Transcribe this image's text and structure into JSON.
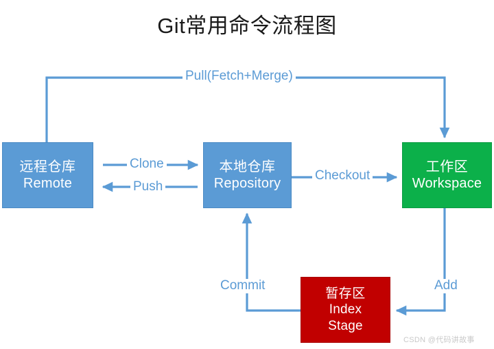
{
  "title": "Git常用命令流程图",
  "colors": {
    "blue": "#5B9BD5",
    "green": "#0CB04A",
    "red": "#C10000",
    "title_text": "#1A1A1A",
    "node_text": "#FFFFFF",
    "watermark": "#C9C9C9",
    "background": "#FFFFFF"
  },
  "nodes": [
    {
      "id": "remote",
      "cn": "远程仓库",
      "en": "Remote",
      "color": "#5B9BD5"
    },
    {
      "id": "repository",
      "cn": "本地仓库",
      "en": "Repository",
      "color": "#5B9BD5"
    },
    {
      "id": "workspace",
      "cn": "工作区",
      "en": "Workspace",
      "color": "#0CB04A"
    },
    {
      "id": "index",
      "cn": "暂存区",
      "en": "Index",
      "en2": "Stage",
      "color": "#C10000"
    }
  ],
  "edges": [
    {
      "id": "pull",
      "label": "Pull(Fetch+Merge)",
      "from": "remote",
      "to": "workspace",
      "direction": "right"
    },
    {
      "id": "clone",
      "label": "Clone",
      "from": "remote",
      "to": "repository",
      "direction": "right"
    },
    {
      "id": "push",
      "label": "Push",
      "from": "repository",
      "to": "remote",
      "direction": "left"
    },
    {
      "id": "checkout",
      "label": "Checkout",
      "from": "repository",
      "to": "workspace",
      "direction": "right"
    },
    {
      "id": "add",
      "label": "Add",
      "from": "workspace",
      "to": "index",
      "direction": "down-left"
    },
    {
      "id": "commit",
      "label": "Commit",
      "from": "index",
      "to": "repository",
      "direction": "left-up"
    }
  ],
  "watermark": "CSDN @代码讲故事"
}
